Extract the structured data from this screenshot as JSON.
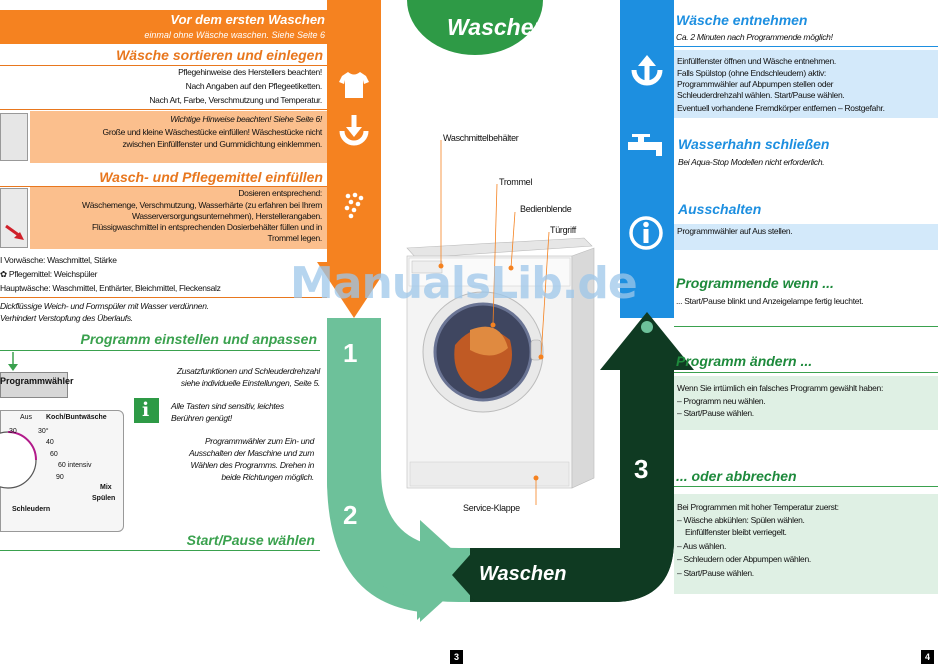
{
  "center": {
    "top_title": "Waschen",
    "bottom_title": "Waschen",
    "step1": "1",
    "step2": "2",
    "step3": "3",
    "labels": {
      "detergent": "Waschmittelbehälter",
      "drum": "Trommel",
      "panel": "Bedienblende",
      "door": "Türgriff",
      "service": "Service-Klappe"
    }
  },
  "left": {
    "before_title": "Vor dem ersten Waschen",
    "before_sub": "einmal ohne Wäsche waschen. Siehe Seite 6",
    "sort_title": "Wäsche sortieren und einlegen",
    "sort_lines": [
      "Pflegehinweise des Herstellers beachten!",
      "Nach Angaben auf den Pflegeetiketten.",
      "Nach Art, Farbe, Verschmutzung und Temperatur."
    ],
    "load_note": "Wichtige Hinweise beachten! Siehe Seite 6!",
    "load_lines": [
      "Große und kleine Wäschestücke einfüllen! Wäschestücke nicht",
      "zwischen Einfüllfenster und Gummidichtung einklemmen."
    ],
    "det_title": "Wasch- und Pflegemittel einfüllen",
    "det_lines": [
      "Dosieren entsprechend:",
      "Wäschemenge, Verschmutzung, Wasserhärte (zu erfahren bei Ihrem",
      "Wasserversorgungsunternehmen), Herstellerangaben.",
      "Flüssigwaschmittel in entsprechenden Dosierbehälter füllen und in",
      "Trommel legen."
    ],
    "comp_lines": [
      "I Vorwäsche: Waschmittel, Stärke",
      "✿ Pflegemittel: Weichspüler",
      "Hauptwäsche: Waschmittel, Enthärter, Bleichmittel, Fleckensalz"
    ],
    "thick_lines": [
      "Dickflüssige Weich- und Formspüler mit Wasser verdünnen.",
      "Verhindert Verstopfung des Überlaufs."
    ],
    "prog_title": "Programm einstellen und anpassen",
    "selector_label": "Programmwähler",
    "extra_lines": [
      "Zusatzfunktionen und Schleuderdrehzahl",
      "siehe individuelle Einstellungen, Seite 5."
    ],
    "info_lines": [
      "Alle Tasten sind sensitiv, leichtes",
      "Berühren genügt!"
    ],
    "selector_lines": [
      "Programmwähler zum Ein- und",
      "Ausschalten der Maschine und zum",
      "Wählen des Programms. Drehen in",
      "beide Richtungen möglich."
    ],
    "dial": {
      "aus": "Aus",
      "koch": "Koch/Buntwäsche",
      "t30a": "30",
      "t30b": "30°",
      "t40": "40",
      "t60": "60",
      "t60i": "60 intensiv",
      "t90": "90",
      "mix": "Mix",
      "spuelen": "Spülen",
      "schleudern": "Schleudern"
    },
    "start_title": "Start/Pause wählen",
    "page_number": "3"
  },
  "right": {
    "remove_title": "Wäsche entnehmen",
    "remove_sub": "Ca. 2 Minuten nach Programmende möglich!",
    "remove_lines": [
      "Einfüllfenster öffnen und Wäsche entnehmen.",
      "Falls Spülstop (ohne Endschleudern) aktiv:",
      "Programmwähler auf Abpumpen stellen oder",
      "Schleuderdrehzahl wählen. Start/Pause wählen.",
      "Eventuell vorhandene Fremdkörper entfernen – Rostgefahr."
    ],
    "tap_title": "Wasserhahn schließen",
    "tap_sub": "Bei Aqua-Stop Modellen nicht erforderlich.",
    "off_title": "Ausschalten",
    "off_line": "Programmwähler auf Aus stellen.",
    "end_title": "Programmende wenn ...",
    "end_line": "... Start/Pause blinkt und Anzeigelampe fertig leuchtet.",
    "change_title": "Programm ändern ...",
    "change_lines": [
      "Wenn Sie irrtümlich ein falsches Programm gewählt haben:",
      "– Programm neu wählen.",
      "– Start/Pause wählen."
    ],
    "abort_title": "... oder abbrechen",
    "abort_lines": [
      "Bei Programmen mit hoher Temperatur zuerst:",
      "– Wäsche abkühlen: Spülen wählen.",
      "Einfüllfenster bleibt verriegelt.",
      "– Aus wählen.",
      "– Schleudern oder Abpumpen wählen.",
      "– Start/Pause wählen."
    ],
    "page_number": "4"
  },
  "watermark": "ManualsLib.de",
  "colors": {
    "orange": "#f58220",
    "peach": "#fbbf8d",
    "green": "#6dc19a",
    "darkgreen": "#0f3a22",
    "blue": "#1d8fe0",
    "lightblue": "#d3e9fa",
    "lightgreen": "#dff0e4",
    "brightgreen": "#2e9a46"
  }
}
